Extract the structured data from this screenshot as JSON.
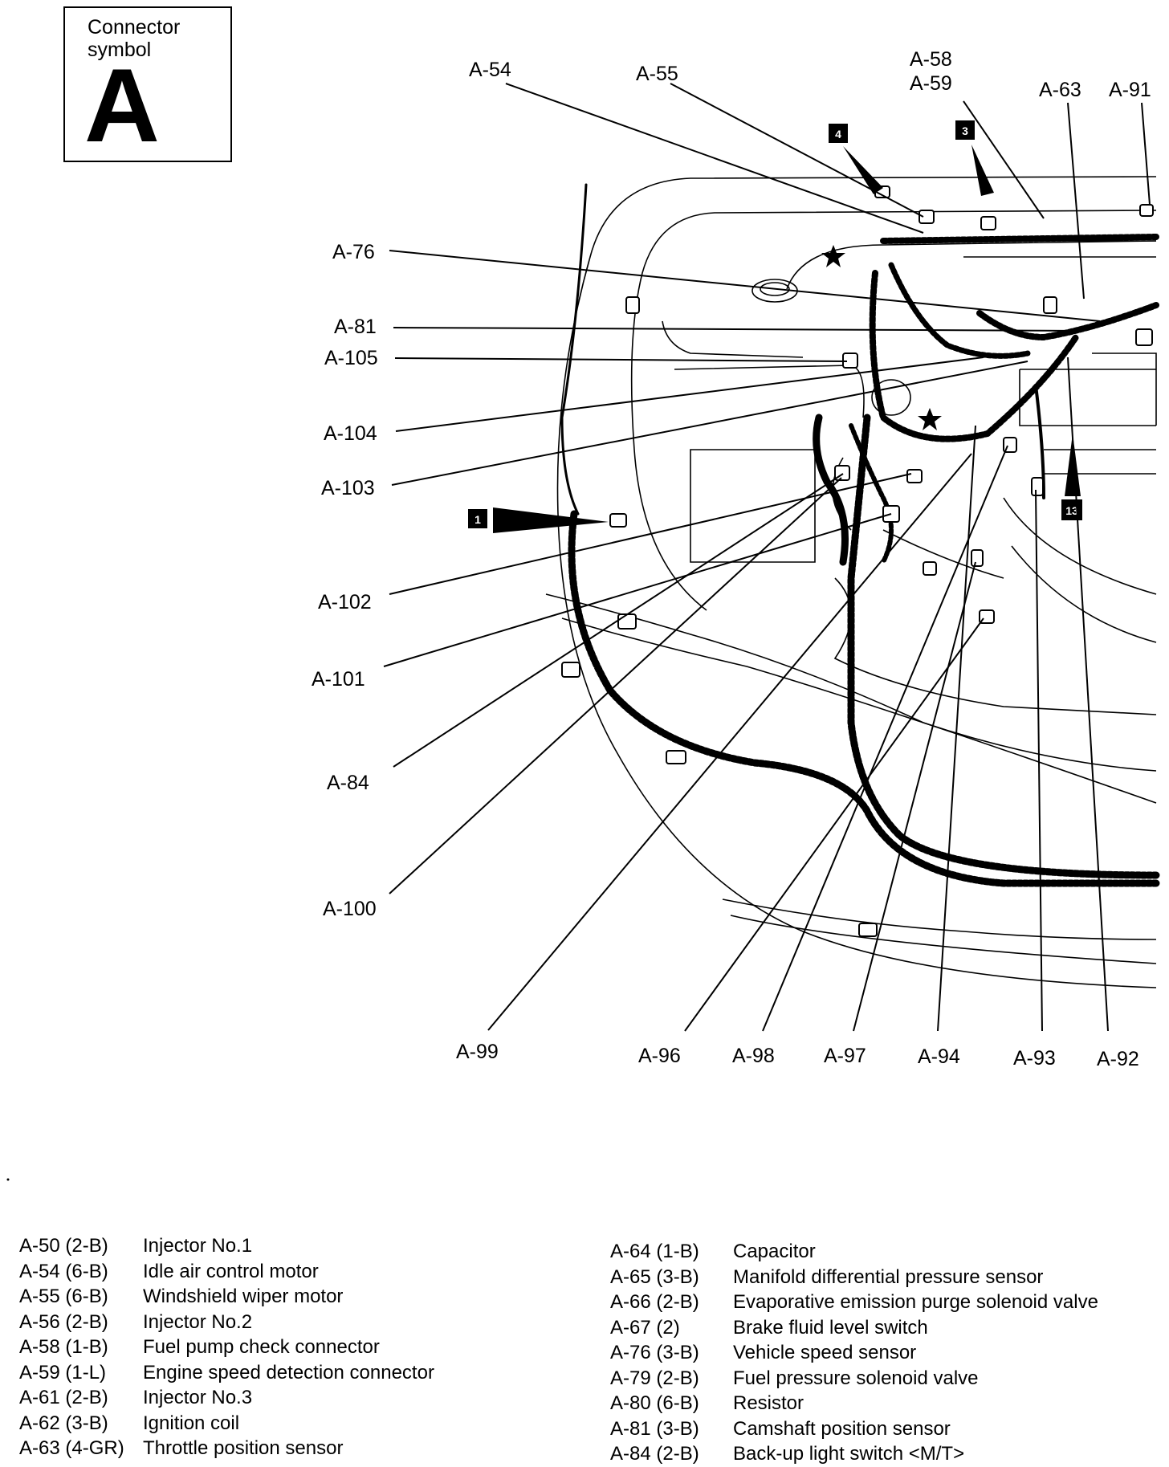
{
  "connector_symbol": {
    "caption": "Connector\nsymbol",
    "letter": "A"
  },
  "callout_labels": [
    "A-54",
    "A-55",
    "A-58",
    "A-59",
    "A-63",
    "A-91",
    "A-76",
    "A-81",
    "A-105",
    "A-104",
    "A-103",
    "A-102",
    "A-101",
    "A-84",
    "A-100",
    "A-99",
    "A-96",
    "A-98",
    "A-97",
    "A-94",
    "A-93",
    "A-92"
  ],
  "markers": [
    "1",
    "3",
    "4",
    "13"
  ],
  "legend_left": [
    {
      "code": "A-50 (2-B)",
      "desc": "Injector No.1"
    },
    {
      "code": "A-54 (6-B)",
      "desc": "Idle air control motor"
    },
    {
      "code": "A-55 (6-B)",
      "desc": "Windshield wiper motor"
    },
    {
      "code": "A-56 (2-B)",
      "desc": "Injector No.2"
    },
    {
      "code": "A-58 (1-B)",
      "desc": "Fuel pump check connector"
    },
    {
      "code": "A-59 (1-L)",
      "desc": "Engine speed detection connector"
    },
    {
      "code": "A-61 (2-B)",
      "desc": "Injector No.3"
    },
    {
      "code": "A-62 (3-B)",
      "desc": "Ignition coil"
    },
    {
      "code": "A-63 (4-GR)",
      "desc": "Throttle position sensor"
    }
  ],
  "legend_right": [
    {
      "code": "A-64 (1-B)",
      "desc": "Capacitor"
    },
    {
      "code": "A-65 (3-B)",
      "desc": "Manifold differential pressure sensor"
    },
    {
      "code": "A-66 (2-B)",
      "desc": "Evaporative emission purge solenoid valve"
    },
    {
      "code": "A-67 (2)",
      "desc": "Brake fluid level switch"
    },
    {
      "code": "A-76 (3-B)",
      "desc": "Vehicle speed sensor"
    },
    {
      "code": "A-79 (2-B)",
      "desc": "Fuel pressure solenoid valve"
    },
    {
      "code": "A-80 (6-B)",
      "desc": "Resistor"
    },
    {
      "code": "A-81 (3-B)",
      "desc": "Camshaft position sensor"
    },
    {
      "code": "A-84 (2-B)",
      "desc": "Back-up light switch <M/T>"
    }
  ]
}
